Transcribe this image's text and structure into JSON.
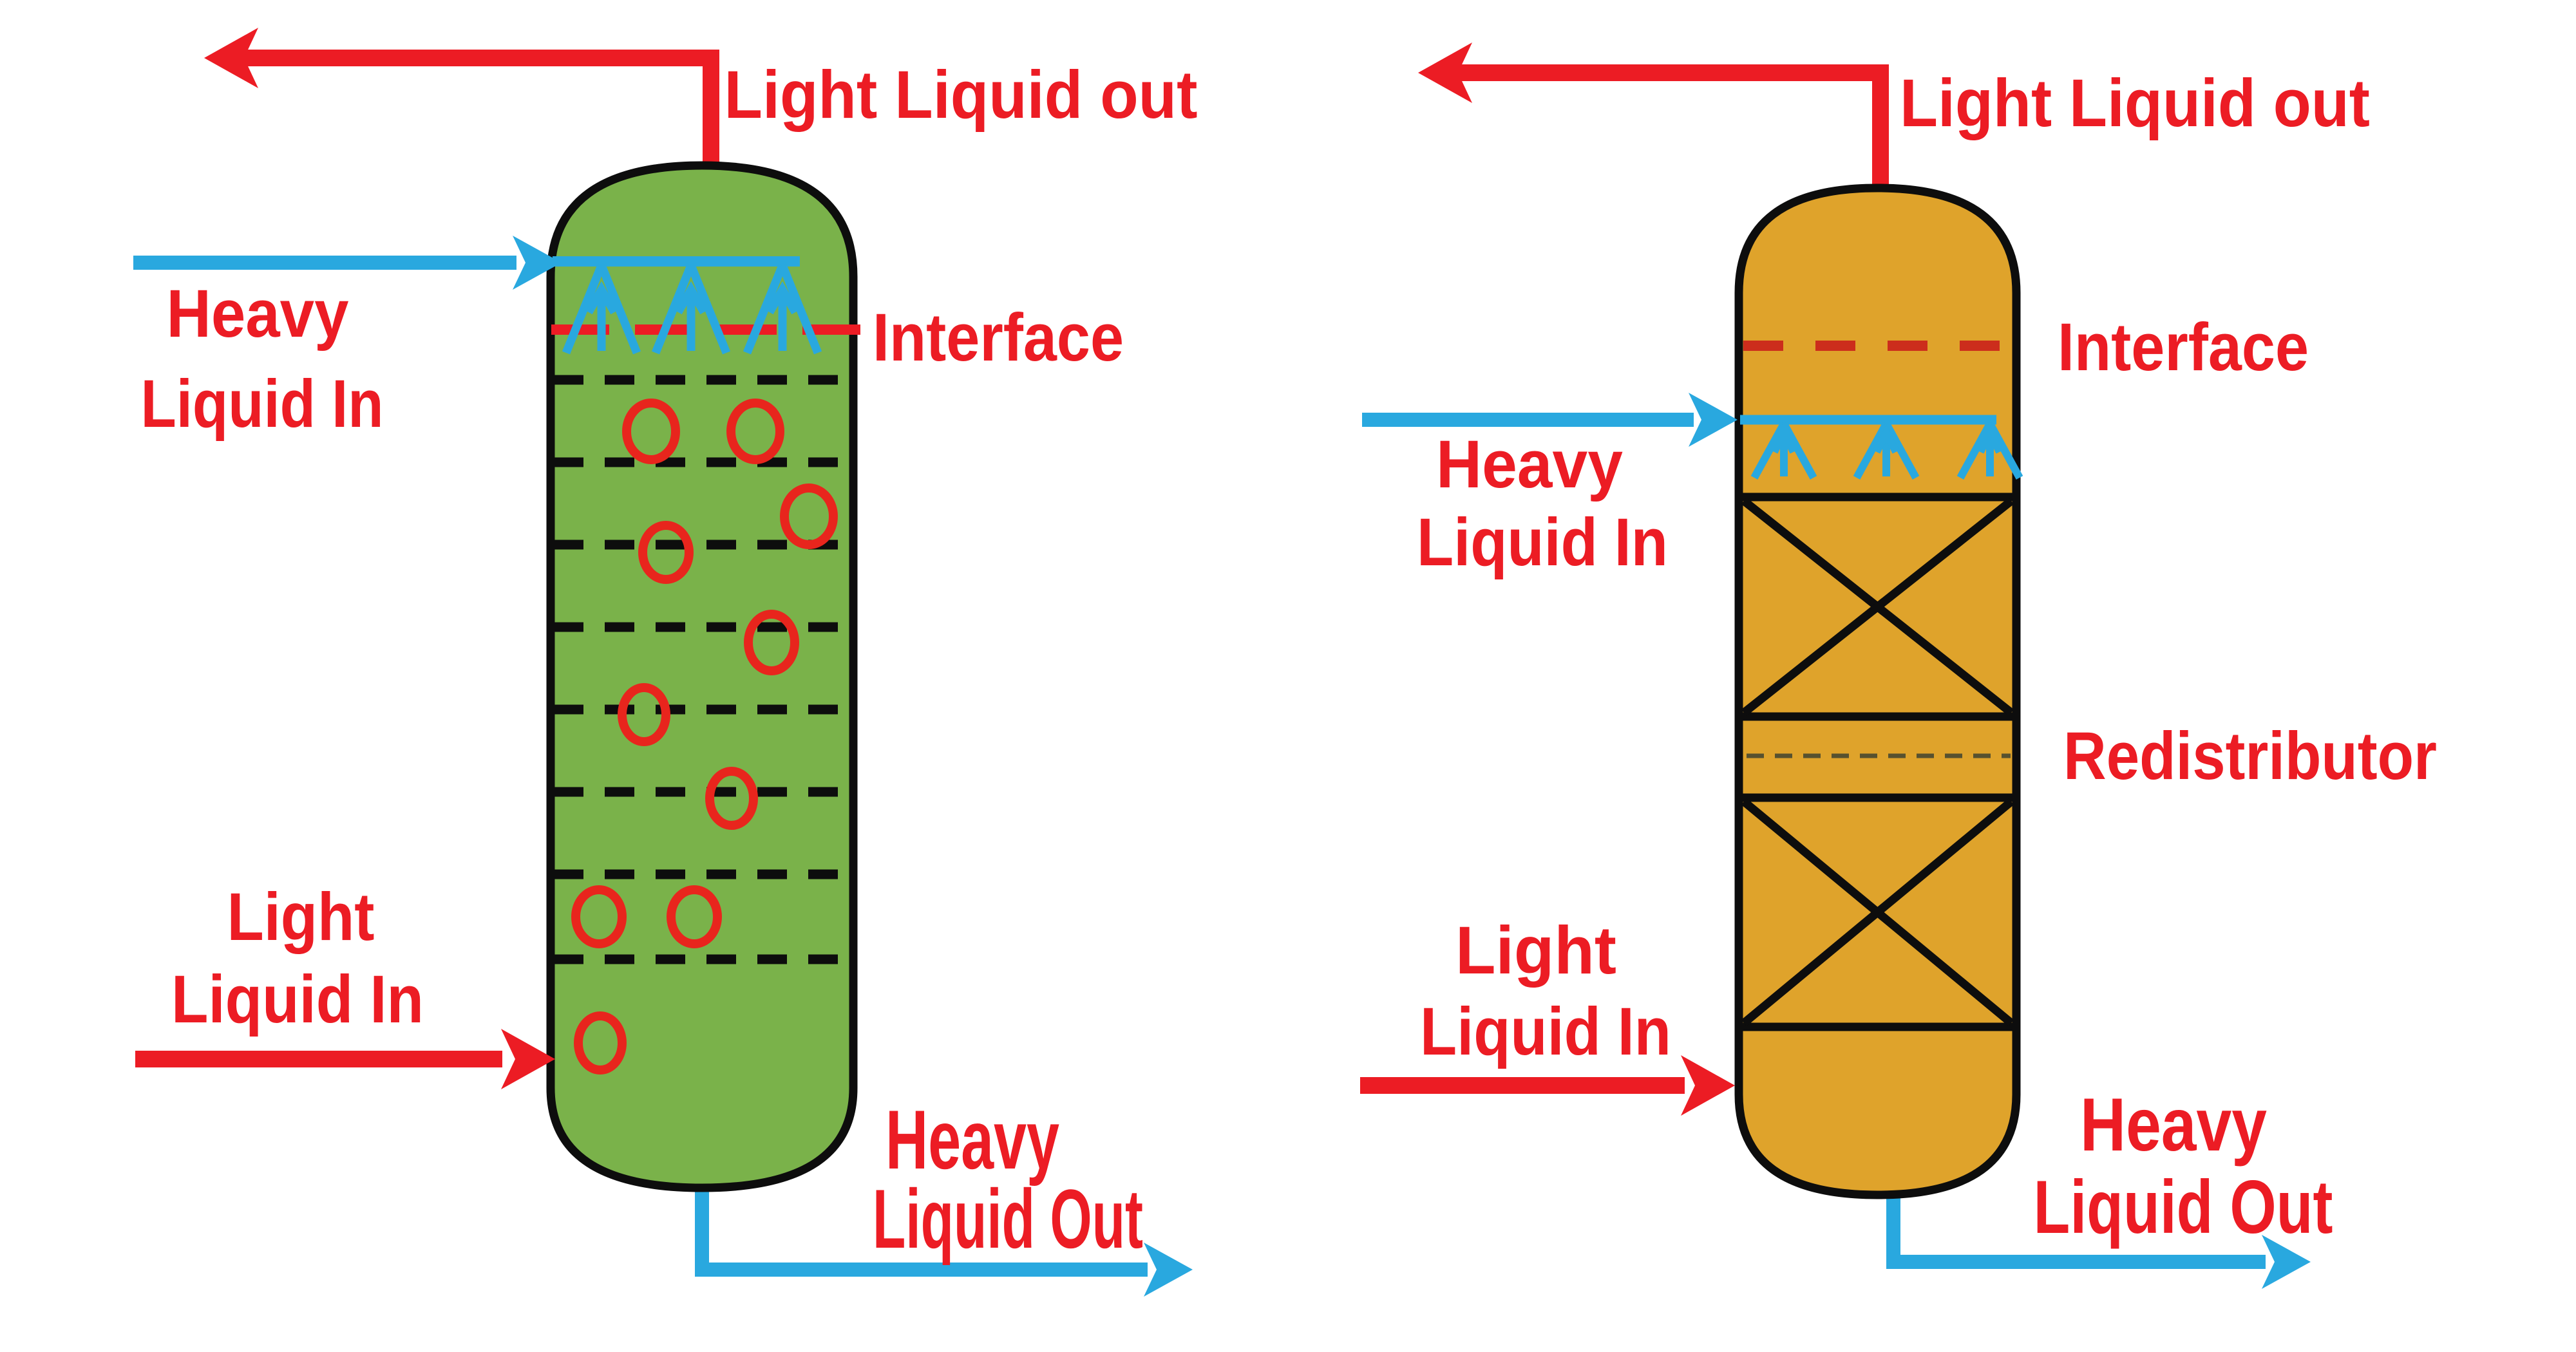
{
  "title": "Liquid-liquid extraction columns diagram",
  "colors": {
    "stream_red": "#EC1C24",
    "interface_red_left": "#EC1C24",
    "interface_red_right": "#CC2D1C",
    "stream_blue": "#29A8DF",
    "tray_column_fill_green": "#7AB24A",
    "packed_column_fill_orange": "#DFA32B",
    "vessel_outline": "#0D0D0D",
    "redistributor_dash": "#57512F",
    "background": "#FFFFFF"
  },
  "left_column": {
    "kind": "sieve-tray extraction column",
    "labels": {
      "light_liquid_out": "Light Liquid out",
      "heavy_in_line1": "Heavy",
      "heavy_in_line2": "Liquid In",
      "interface": "Interface",
      "light_in_line1": "Light",
      "light_in_line2": "Liquid In",
      "heavy_out_line1": "Heavy",
      "heavy_out_line2": "Liquid Out"
    },
    "tray_count": 8,
    "droplet_count": 10,
    "spray_nozzle_count": 3
  },
  "right_column": {
    "kind": "packed extraction column",
    "labels": {
      "light_liquid_out": "Light Liquid out",
      "interface": "Interface",
      "heavy_in_line1": "Heavy",
      "heavy_in_line2": "Liquid In",
      "redistributor": "Redistributor",
      "light_in_line1": "Light",
      "light_in_line2": "Liquid In",
      "heavy_out_line1": "Heavy",
      "heavy_out_line2": "Liquid Out"
    },
    "packed_bed_count": 2,
    "spray_nozzle_count": 3
  },
  "icons": {
    "spray_nozzle": "spray-nozzle-icon",
    "packing": "x-packing-icon",
    "droplet": "droplet-circle-icon",
    "arrow": "flow-arrow-icon"
  }
}
